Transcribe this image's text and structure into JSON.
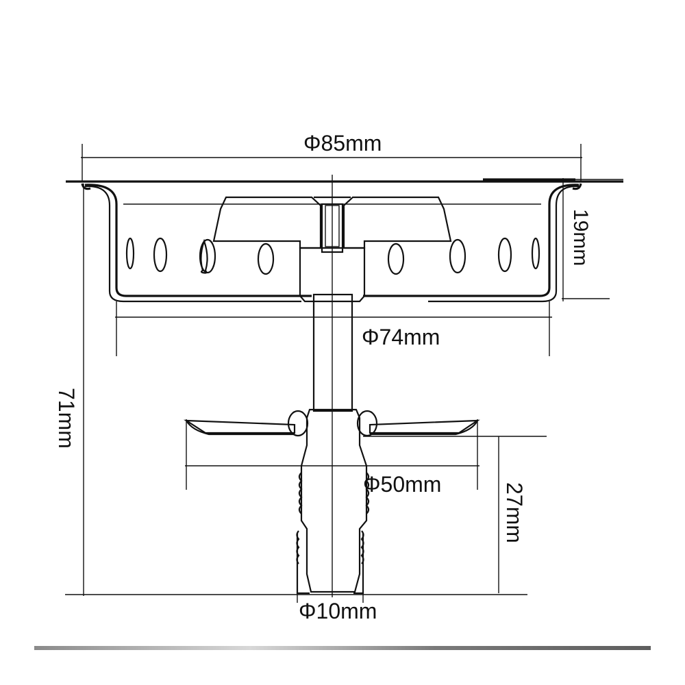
{
  "diagram": {
    "labels": {
      "overall_diameter": "Φ85mm",
      "basket_height": "19mm",
      "basket_diameter": "Φ74mm",
      "total_height": "71mm",
      "lower_disc_diameter": "Φ50mm",
      "lower_height": "27mm",
      "stem_diameter": "Φ10mm"
    },
    "colors": {
      "ink": "#111111",
      "hatch": "#111111",
      "background": "#ffffff",
      "bottom_bar_dark": "#6e6e6e",
      "bottom_bar_light": "#d8d8d8"
    }
  }
}
